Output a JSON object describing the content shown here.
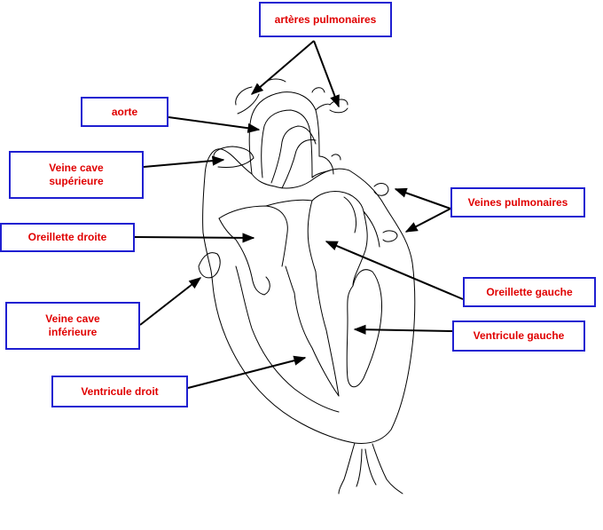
{
  "colors": {
    "label_text": "#e00000",
    "label_border": "#1f1fd1",
    "line": "#000000"
  },
  "labels": {
    "arteres_pulmonaires": "artères pulmonaires",
    "aorte": "aorte",
    "veine_cave_superieure": "Veine cave supérieure",
    "oreillette_droite": "Oreillette droite",
    "veine_cave_inferieure": "Veine cave inférieure",
    "ventricule_droit": "Ventricule droit",
    "veines_pulmonaires": "Veines pulmonaires",
    "oreillette_gauche": "Oreillette gauche",
    "ventricule_gauche": "Ventricule gauche"
  }
}
